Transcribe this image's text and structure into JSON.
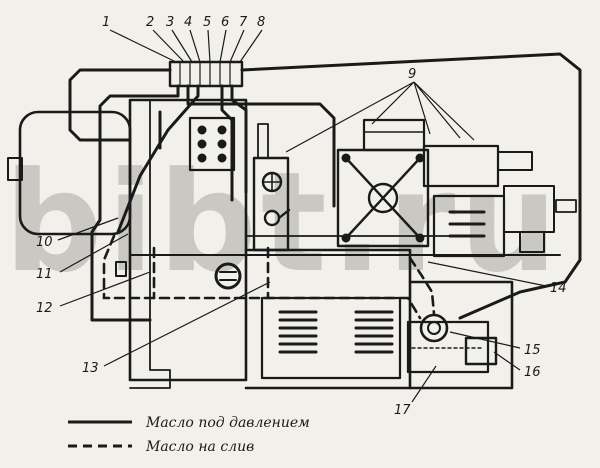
{
  "callouts": [
    "1",
    "2",
    "3",
    "4",
    "5",
    "6",
    "7",
    "8",
    "9",
    "10",
    "11",
    "12",
    "13",
    "14",
    "15",
    "16",
    "17"
  ],
  "legend": {
    "pressure": "Масло под давлением",
    "drain": "Масло на слив"
  },
  "watermark": "bibt.ru",
  "colors": {
    "ink": "#1a1a1a",
    "paper": "#f2f0ea"
  }
}
